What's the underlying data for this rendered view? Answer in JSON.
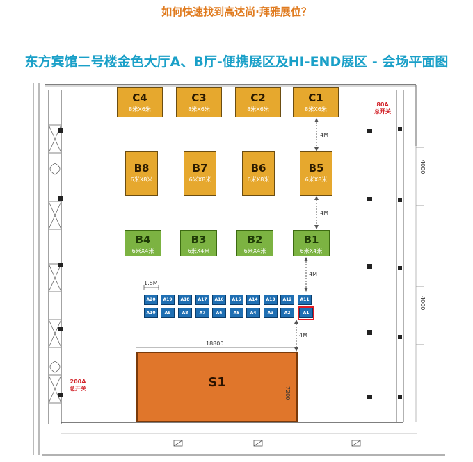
{
  "question": "如何快速找到高达尚·拜雅展位？",
  "title": "东方宾馆二号楼金色大厅A、B厅-便携展区及HI-END展区 - 会场平面图",
  "gold_booths": [
    {
      "code": "C4",
      "size": "8米X6米"
    },
    {
      "code": "C3",
      "size": "8米X6米"
    },
    {
      "code": "C2",
      "size": "8米X6米"
    },
    {
      "code": "C1",
      "size": "8米X6米"
    },
    {
      "code": "B8",
      "size": "6米X8米"
    },
    {
      "code": "B7",
      "size": "6米X8米"
    },
    {
      "code": "B6",
      "size": "6米X8米"
    },
    {
      "code": "B5",
      "size": "6米X8米"
    }
  ],
  "green_booths": [
    {
      "code": "B4",
      "size": "6米X4米"
    },
    {
      "code": "B3",
      "size": "6米X4米"
    },
    {
      "code": "B2",
      "size": "6米X4米"
    },
    {
      "code": "B1",
      "size": "6米X4米"
    }
  ],
  "a_row_top": [
    "A20",
    "A19",
    "A18",
    "A17",
    "A16",
    "A15",
    "A14",
    "A13",
    "A12",
    "A11"
  ],
  "a_row_bottom": [
    "A10",
    "A9",
    "A8",
    "A7",
    "A6",
    "A5",
    "A4",
    "A3",
    "A2",
    "A1"
  ],
  "highlighted_booth": "A1",
  "stage": {
    "code": "S1",
    "width_label": "18800",
    "depth_label": "7200"
  },
  "spacing": {
    "gap_c1_b5": "4M",
    "gap_b5_b1": "4M",
    "gap_b1_a11": "4M",
    "gap_a1_stage": "4M",
    "a_row_width": "1.8M"
  },
  "dimension_marks": {
    "upper": "4000",
    "lower": "4000"
  },
  "switches": {
    "top_right": {
      "amp": "80A",
      "label": "总开关"
    },
    "bottom_left": {
      "amp": "200A",
      "label": "总开关"
    }
  },
  "colors": {
    "gold": "#e6a82e",
    "green": "#7cb342",
    "blue": "#1f6fb3",
    "stage": "#e0762b",
    "highlight": "#e11b22",
    "title": "#1aa0c8",
    "question": "#e07b1f"
  }
}
